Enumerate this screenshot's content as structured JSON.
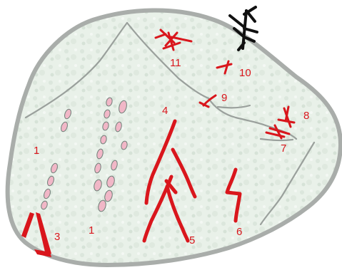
{
  "colors": {
    "stone_fill": "#e9f1e9",
    "stone_outline": "#a9adaa",
    "crack": "#9aa09c",
    "engraving_red": "#d9161c",
    "pink_dots": "#f1b7c7",
    "black_figure": "#111111"
  },
  "labels": {
    "l1a": "1",
    "l1b": "1",
    "l3": "3",
    "l4": "4",
    "l5": "5",
    "l6": "6",
    "l7": "7",
    "l8": "8",
    "l9": "9",
    "l10": "10",
    "l11": "11"
  }
}
